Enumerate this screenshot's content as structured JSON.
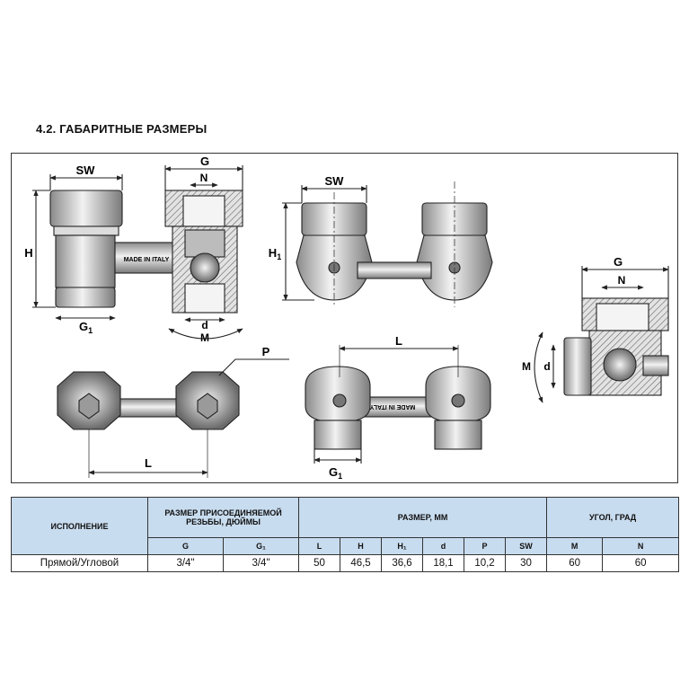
{
  "section_title": "4.2. ГАБАРИТНЫЕ РАЗМЕРЫ",
  "drawing_labels": {
    "sw": "SW",
    "g": "G",
    "n": "N",
    "h": "H",
    "h1": "H",
    "h1_sub": "1",
    "g1": "G",
    "g1_sub": "1",
    "d": "d",
    "m": "M",
    "l": "L",
    "p": "P",
    "made_in_italy": "MADE IN ITALY"
  },
  "table": {
    "headers": {
      "execution": "ИСПОЛНЕНИЕ",
      "thread_size": "РАЗМЕР ПРИСОЕДИНЯЕМОЙ РЕЗЬБЫ, ДЮЙМЫ",
      "size": "РАЗМЕР, ММ",
      "angle": "УГОЛ, ГРАД"
    },
    "subheaders": [
      "G",
      "G₁",
      "L",
      "H",
      "H₁",
      "d",
      "P",
      "SW",
      "M",
      "N"
    ],
    "row": {
      "execution": "Прямой/Угловой",
      "values": [
        "3/4\"",
        "3/4\"",
        "50",
        "46,5",
        "36,6",
        "18,1",
        "10,2",
        "30",
        "60",
        "60"
      ]
    }
  },
  "colors": {
    "header_bg": "#c8dcef",
    "line": "#222222",
    "metal": "#cfcfcf",
    "dark": "#6d6d6d"
  }
}
